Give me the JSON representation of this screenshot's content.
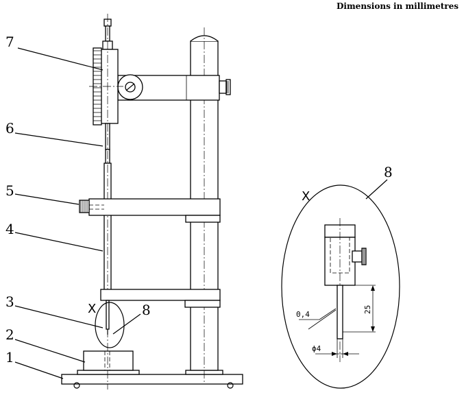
{
  "header": {
    "title": "Dimensions in millimetres"
  },
  "labels": {
    "l1": "1",
    "l2": "2",
    "l3": "3",
    "l4": "4",
    "l5": "5",
    "l6": "6",
    "l7": "7",
    "l8_main": "8",
    "x_main": "X",
    "l8_detail": "8",
    "x_detail": "X"
  },
  "detail": {
    "dim_length": "25",
    "dim_diameter": "ϕ4",
    "dim_tip": "0,4"
  }
}
